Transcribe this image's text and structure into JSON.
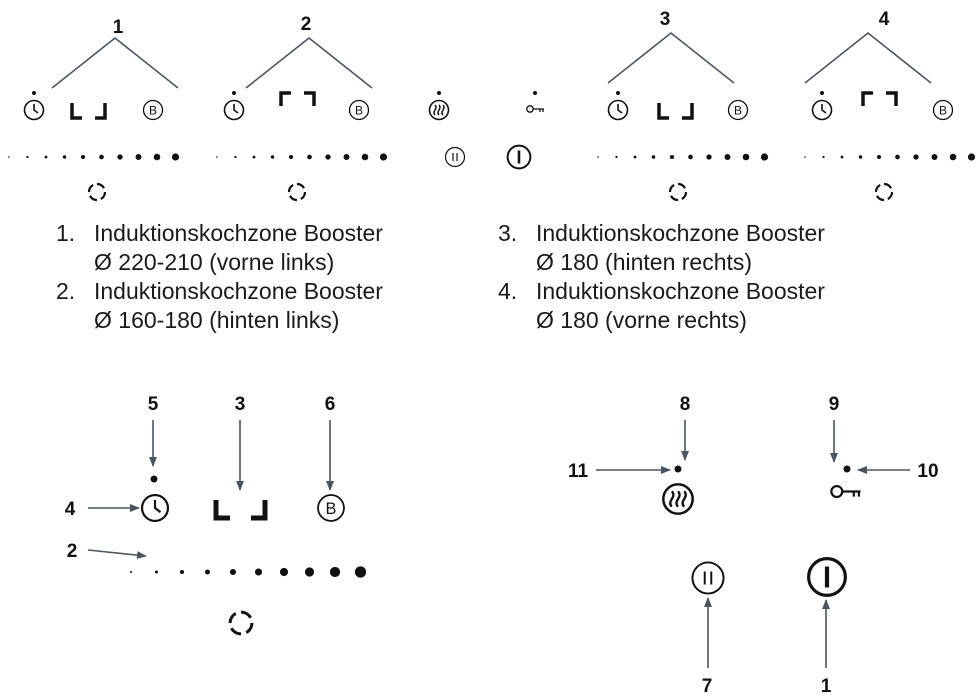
{
  "zone_numbers": [
    "1",
    "2",
    "3",
    "4"
  ],
  "legend_left": [
    {
      "n": "1.",
      "line1": "Induktionskochzone Booster",
      "line2": "Ø 220-210 (vorne links)"
    },
    {
      "n": "2.",
      "line1": "Induktionskochzone Booster",
      "line2": "Ø 160-180 (hinten links)"
    }
  ],
  "legend_right": [
    {
      "n": "3.",
      "line1": "Induktionskochzone Booster",
      "line2": "Ø 180 (hinten rechts)"
    },
    {
      "n": "4.",
      "line1": "Induktionskochzone Booster",
      "line2": "Ø 180 (vorne rechts)"
    }
  ],
  "detail_left": {
    "c5": "5",
    "c3": "3",
    "c6": "6",
    "c4": "4",
    "c2": "2"
  },
  "detail_right": {
    "c8": "8",
    "c9": "9",
    "c11": "11",
    "c10": "10",
    "c7": "7",
    "c1": "1"
  },
  "icons": {
    "timer": "clock-icon",
    "booster": "B",
    "keep_warm": "heat-waves-icon",
    "lock": "key-icon",
    "pause": "II",
    "power": "power-icon",
    "pan_detect": "dashed-circle-icon"
  },
  "colors": {
    "lines": "#4a5560",
    "marks": "#111111"
  }
}
